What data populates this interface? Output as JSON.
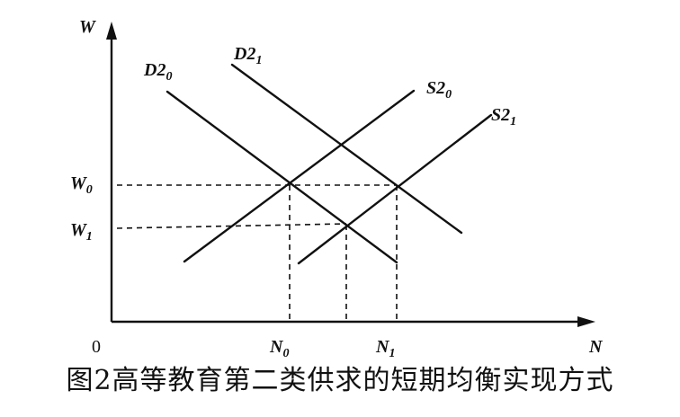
{
  "axes": {
    "y_label": "W",
    "x_label": "N",
    "origin_label": "0"
  },
  "curves": [
    {
      "id": "D2_0",
      "base": "D2",
      "sub": "0",
      "kind": "demand"
    },
    {
      "id": "D2_1",
      "base": "D2",
      "sub": "1",
      "kind": "demand"
    },
    {
      "id": "S2_0",
      "base": "S2",
      "sub": "0",
      "kind": "supply"
    },
    {
      "id": "S2_1",
      "base": "S2",
      "sub": "1",
      "kind": "supply"
    }
  ],
  "levels": {
    "w0": {
      "base": "W",
      "sub": "0"
    },
    "w1": {
      "base": "W",
      "sub": "1"
    },
    "n0": {
      "base": "N",
      "sub": "0"
    },
    "n1": {
      "base": "N",
      "sub": "1"
    }
  },
  "caption": "图2高等教育第二类供求的短期均衡实现方式"
}
